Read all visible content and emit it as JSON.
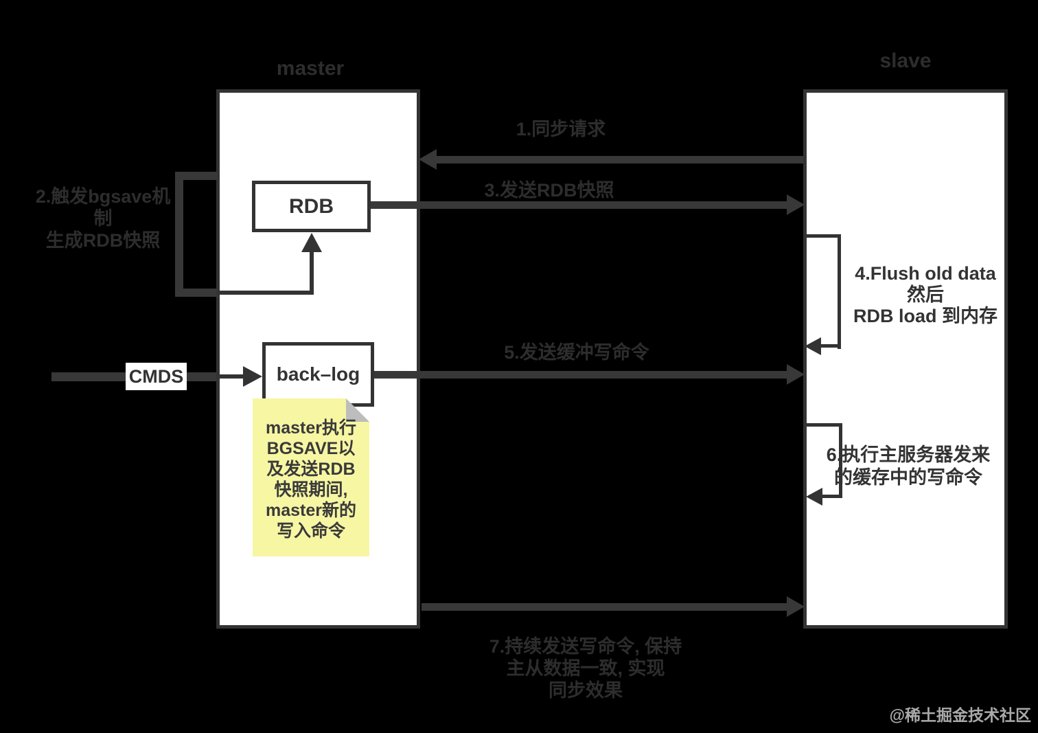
{
  "canvas": {
    "background": "#000000",
    "line_color": "#383838",
    "box_border_color": "#333333",
    "dim_text_color": "#2d2d2d",
    "note_bg_color": "#f7f6a3",
    "note_fold_color": "#bdbdbd"
  },
  "actors": {
    "master_title": "master",
    "slave_title": "slave"
  },
  "nodes": {
    "rdb_label": "RDB",
    "backlog_label": "back–log",
    "cmds_label": "CMDS"
  },
  "sticky_note": {
    "lines": [
      "master执行",
      "BGSAVE以",
      "及发送RDB",
      "快照期间,",
      "master新的",
      "写入命令"
    ]
  },
  "messages": {
    "step1_label": "1.同步请求",
    "step2_note_lines": [
      "2.触发bgsave机制",
      "生成RDB快照"
    ],
    "step3_label": "3.发送RDB快照",
    "step4_lines": [
      "4.Flush old data",
      "然后",
      "RDB load 到内存"
    ],
    "step5_label": "5.发送缓冲写命令",
    "step6_lines": [
      "6.执行主服务器发来",
      "的缓存中的写命令"
    ],
    "step7_lines": [
      "7.持续发送写命令, 保持",
      "主从数据一致, 实现",
      "同步效果"
    ]
  },
  "watermark": "@稀土掘金技术社区"
}
